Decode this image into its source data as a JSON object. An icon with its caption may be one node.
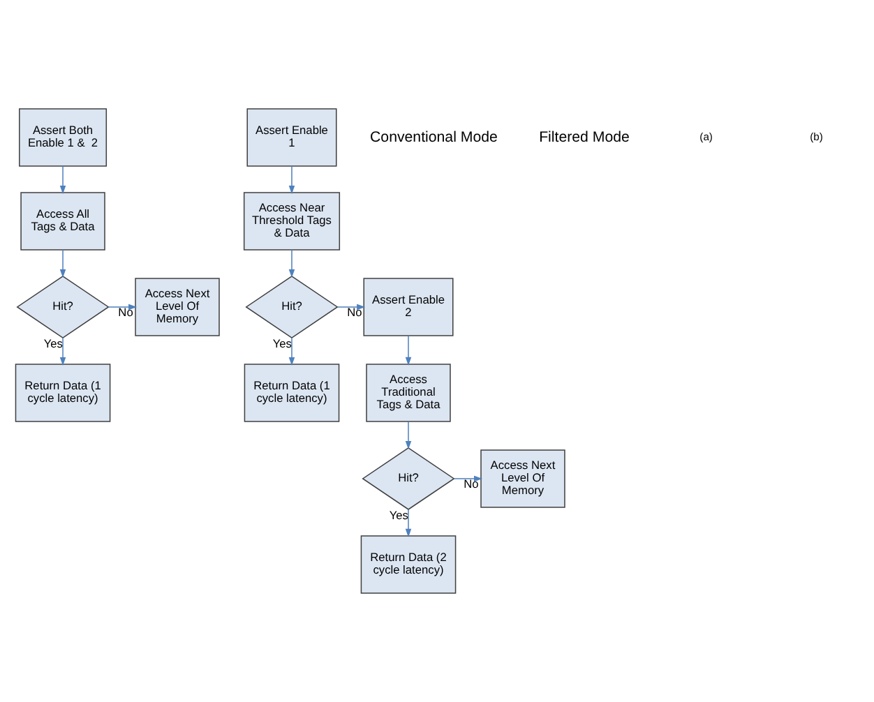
{
  "diagram": {
    "nodes": [
      {
        "text": [
          "Assert Both Enable 1 &  2"
        ]
      },
      {
        "text": [
          "Access All Tags & Data"
        ]
      },
      {
        "text": [
          "Hit?"
        ]
      },
      {
        "text": [
          "Access Next Level Of Memory"
        ]
      },
      {
        "text": [
          "Return Data (1 cycle latency)"
        ]
      },
      {
        "text": [
          "Assert Enable 1"
        ]
      },
      {
        "text": [
          "Access Near Threshold Tags & Data"
        ]
      },
      {
        "text": [
          "Hit?"
        ]
      },
      {
        "text": [
          "Return Data (1 cycle latency)"
        ]
      },
      {
        "text": [
          "Assert Enable 2"
        ]
      },
      {
        "text": [
          "Access Traditional Tags & Data"
        ]
      },
      {
        "text": [
          "Hit?"
        ]
      },
      {
        "text": [
          "Access Next Level Of Memory"
        ]
      },
      {
        "text": [
          "Return Data (2 cycle latency)"
        ]
      }
    ],
    "edges": [
      {
        "from": 0,
        "to": 1,
        "arrow": "to"
      },
      {
        "from": 1,
        "to": 2,
        "arrow": "to"
      },
      {
        "from": 2,
        "to": 3,
        "arrow": "to",
        "label": "No"
      },
      {
        "from": 2,
        "to": 4,
        "arrow": "to",
        "label": "Yes"
      },
      {
        "from": 5,
        "to": 6,
        "arrow": "to"
      },
      {
        "from": 6,
        "to": 7,
        "arrow": "to"
      },
      {
        "from": 7,
        "to": 9,
        "arrow": "to",
        "label": "No"
      },
      {
        "from": 7,
        "to": 8,
        "arrow": "to",
        "label": "Yes"
      },
      {
        "from": 9,
        "to": 10,
        "arrow": "to"
      },
      {
        "from": 10,
        "to": 11,
        "arrow": "to"
      },
      {
        "from": 11,
        "to": 12,
        "arrow": "to",
        "label": "No"
      },
      {
        "from": 11,
        "to": 13,
        "arrow": "to",
        "label": "Yes"
      }
    ],
    "labels": [
      "Conventional Mode",
      "Filtered Mode",
      "(a)",
      "(b)"
    ]
  }
}
